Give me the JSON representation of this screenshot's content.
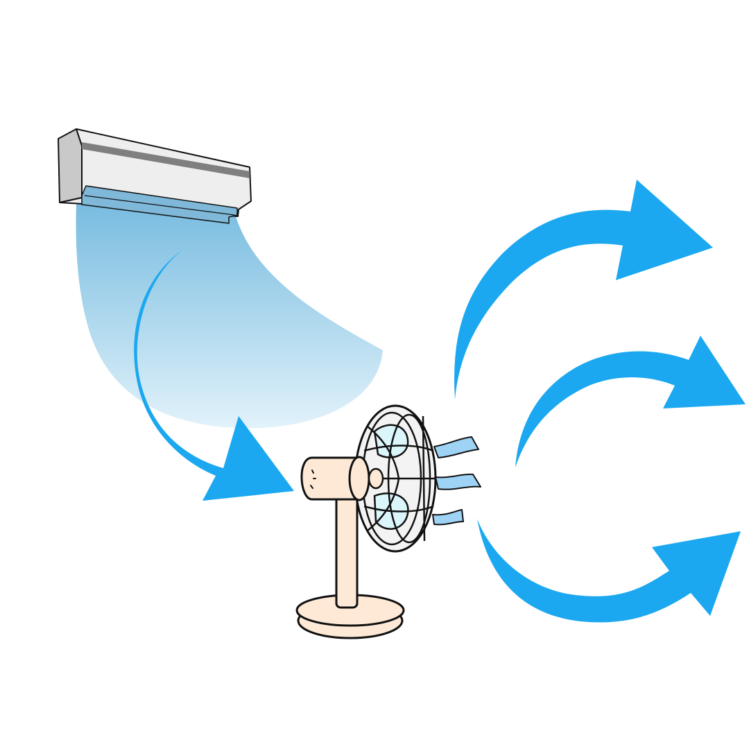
{
  "colors": {
    "background": "#ffffff",
    "arrow_blue": "#1ba8f0",
    "cool_air_top": "#6cb6dd",
    "cool_air_bottom": "#dff1fa",
    "ac_body": "#eeeeee",
    "ac_side": "#c9c9c9",
    "ac_vent": "#7f7f7f",
    "ac_louver": "#7fb8d8",
    "fan_body": "#fde9d6",
    "fan_blade": "#dbf6fb",
    "fan_guard": "#f3f3f3",
    "wind_stream": "#9fd3f5",
    "outline": "#111111"
  },
  "illustration": {
    "air_conditioner_icon": "wall-air-conditioner",
    "fan_icon": "desk-electric-fan",
    "arrow_count": 4
  }
}
